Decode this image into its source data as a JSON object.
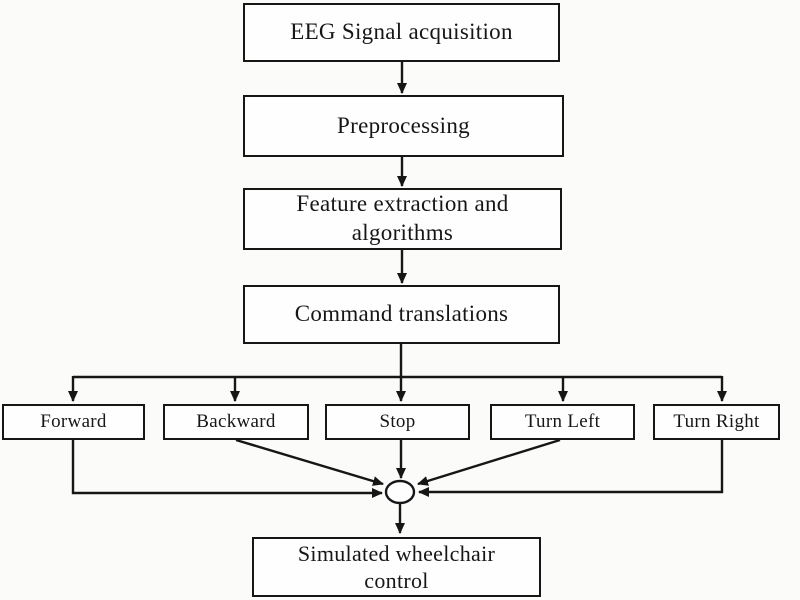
{
  "diagram": {
    "type": "flowchart",
    "description": "BCI-based simulated wheelchair control pipeline flowchart",
    "nodes": {
      "eeg": {
        "label": "EEG Signal acquisition"
      },
      "pre": {
        "label": "Preprocessing"
      },
      "feat": {
        "label": "Feature extraction and algorithms"
      },
      "cmd": {
        "label": "Command translations"
      },
      "forward": {
        "label": "Forward"
      },
      "backward": {
        "label": "Backward"
      },
      "stop": {
        "label": "Stop"
      },
      "turn_left": {
        "label": "Turn Left"
      },
      "turn_right": {
        "label": "Turn Right"
      },
      "sim": {
        "label": "Simulated wheelchair control"
      }
    },
    "edges": [
      "eeg -> pre",
      "pre -> feat",
      "feat -> cmd",
      "cmd -> forward",
      "cmd -> backward",
      "cmd -> stop",
      "cmd -> turn_left",
      "cmd -> turn_right",
      "forward -> junction",
      "backward -> junction",
      "stop -> junction",
      "turn_left -> junction",
      "turn_right -> junction",
      "junction -> sim"
    ],
    "junction_shape": "small-ellipse",
    "colors": {
      "background": "#fbfbfa",
      "line": "#161616",
      "box_border": "#161616",
      "box_fill": "#fefefe",
      "text": "#161616"
    }
  }
}
